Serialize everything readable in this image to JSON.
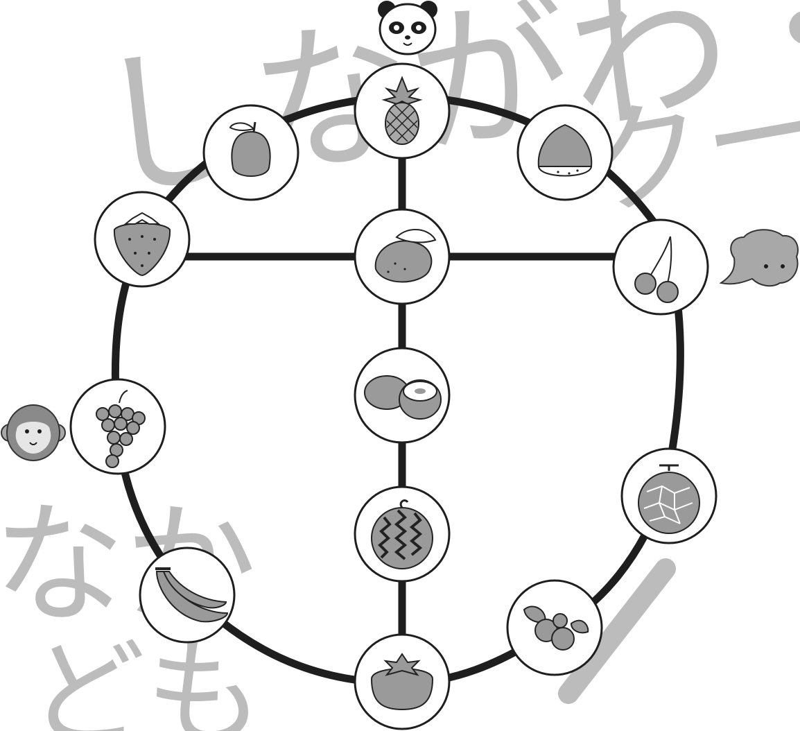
{
  "watermark": {
    "text_top": "しながわ・日影",
    "text_right": "クー",
    "text_bottom_left_1": "なか",
    "text_bottom_left_2": "ども",
    "color": "#bcbcbc"
  },
  "diagram": {
    "line_color": "#1e1e1e",
    "node_fill": "#ffffff",
    "nodes": [
      {
        "id": "pineapple",
        "icon": "pineapple-icon"
      },
      {
        "id": "pear",
        "icon": "pear-icon"
      },
      {
        "id": "chestnut",
        "icon": "chestnut-icon"
      },
      {
        "id": "strawberry",
        "icon": "strawberry-icon"
      },
      {
        "id": "lemon",
        "icon": "lemon-icon"
      },
      {
        "id": "cherry",
        "icon": "cherry-icon"
      },
      {
        "id": "grape",
        "icon": "grape-icon"
      },
      {
        "id": "kiwi",
        "icon": "kiwi-icon"
      },
      {
        "id": "melon",
        "icon": "melon-icon"
      },
      {
        "id": "watermelon",
        "icon": "watermelon-icon"
      },
      {
        "id": "banana",
        "icon": "banana-icon"
      },
      {
        "id": "blueberry",
        "icon": "blueberry-icon"
      },
      {
        "id": "persimmon",
        "icon": "persimmon-icon"
      }
    ],
    "animals": [
      {
        "id": "panda",
        "icon": "panda-icon"
      },
      {
        "id": "elephant",
        "icon": "elephant-icon"
      },
      {
        "id": "monkey",
        "icon": "monkey-icon"
      }
    ]
  }
}
